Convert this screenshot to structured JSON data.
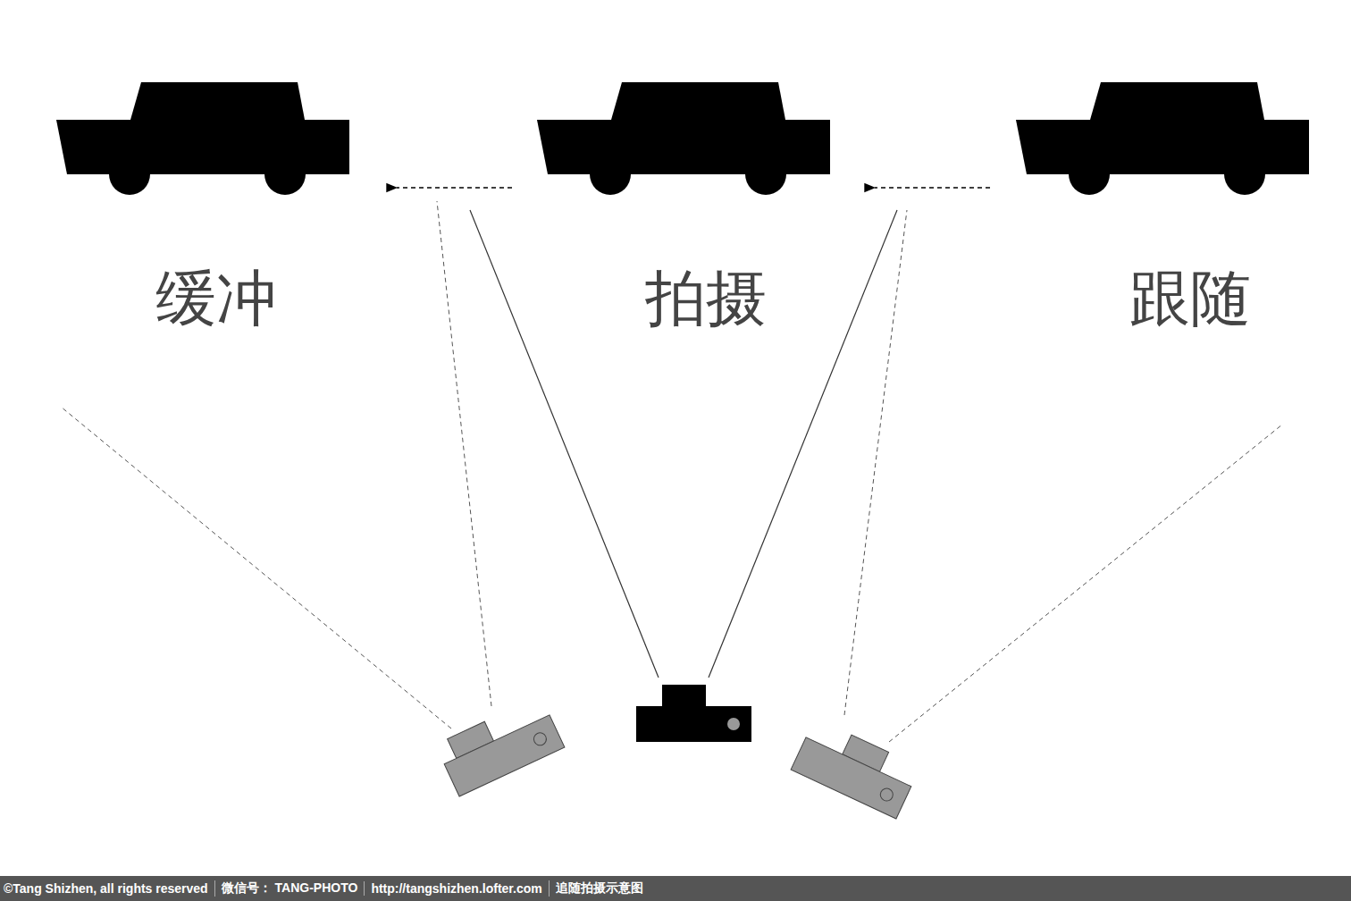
{
  "diagram": {
    "labels": [
      "缓冲",
      "拍摄",
      "跟随",
      "©Tang Shizhen, all rights reserved",
      "微信号： TANG-PHOTO",
      "http://tangshizhen.lofter.com",
      "追随拍摄示意图"
    ]
  }
}
